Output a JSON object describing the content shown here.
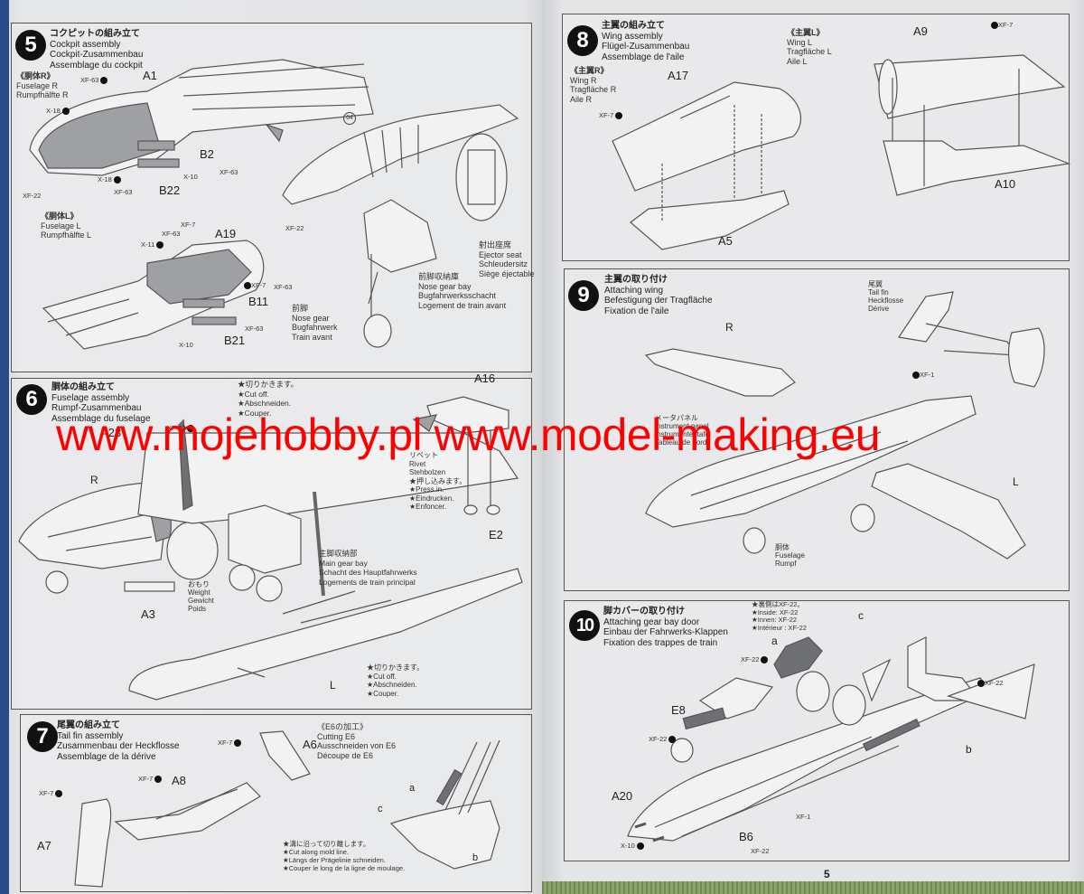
{
  "watermark": "www.mojehobby.pl www.model-making.eu",
  "page_number": "5",
  "steps": [
    {
      "number": "5",
      "title_jp": "コクピットの組み立て",
      "title_en": "Cockpit assembly",
      "title_de": "Cockpit-Zusammenbau",
      "title_fr": "Assemblage du cockpit",
      "sub_r": {
        "jp": "《胴体R》",
        "en": "Fuselage R",
        "de": "Rumpfhälfte R"
      },
      "sub_l": {
        "jp": "《胴体L》",
        "en": "Fuselage L",
        "de": "Rumpfhälfte L"
      },
      "parts": [
        "A1",
        "B2",
        "B22",
        "A19",
        "B11",
        "B21"
      ],
      "paints": [
        "XF-63",
        "X-18",
        "XF-22",
        "X-18",
        "XF-63",
        "X-10",
        "XF-63",
        "XF-7",
        "XF-63",
        "X-11",
        "XF-22",
        "XF-7",
        "XF-63",
        "X-10",
        "XF-63",
        "XF-22",
        "XF-63"
      ],
      "callout_ref": "64",
      "labels": {
        "ejector_seat": [
          "射出座席",
          "Ejector seat",
          "Schleudersitz",
          "Siège éjectable"
        ],
        "nose_gear_bay": [
          "前脚収納庫",
          "Nose gear bay",
          "Bugfahrwerksschacht",
          "Logement de train avant"
        ],
        "nose_gear": [
          "前脚",
          "Nose gear",
          "Bugfahrwerk",
          "Train avant"
        ]
      }
    },
    {
      "number": "6",
      "title_jp": "胴体の組み立て",
      "title_en": "Fuselage assembly",
      "title_de": "Rumpf-Zusammenbau",
      "title_fr": "Assemblage du fuselage",
      "parts": [
        "A23",
        "R",
        "A3",
        "A16",
        "E2",
        "L"
      ],
      "paints": [
        "XF-22"
      ],
      "cut_off_top": [
        "★切りかきます。",
        "★Cut off.",
        "★Abschneiden.",
        "★Couper."
      ],
      "rivet": [
        "リベット",
        "Rivet",
        "Stehbolzen",
        "★押し込みます。",
        "★Press in.",
        "★Eindrucken.",
        "★Enfoncer."
      ],
      "weight": [
        "おもり",
        "Weight",
        "Gewicht",
        "Poids"
      ],
      "main_gear_bay": [
        "主脚収納部",
        "Main gear bay",
        "Schacht des Hauptfahrwerks",
        "Logements de train principal"
      ],
      "cut_off_bottom": [
        "★切りかきます。",
        "★Cut off.",
        "★Abschneiden.",
        "★Couper."
      ]
    },
    {
      "number": "7",
      "title_jp": "尾翼の組み立て",
      "title_en": "Tail fin assembly",
      "title_de": "Zusammenbau der Heckflosse",
      "title_fr": "Assemblage de la dérive",
      "parts": [
        "A6",
        "A8",
        "A7",
        "a",
        "b",
        "c"
      ],
      "paints": [
        "XF-7",
        "XF-7",
        "XF-7"
      ],
      "cutting_e6": [
        "《E6の加工》",
        "Cutting E6",
        "Ausschneiden von E6",
        "Découpe de E6"
      ],
      "mold_line": [
        "★溝に沿って切り離します。",
        "★Cut along mold line.",
        "★Längs der Prägelinie schneiden.",
        "★Couper le long de la ligne de moulage."
      ]
    },
    {
      "number": "8",
      "title_jp": "主翼の組み立て",
      "title_en": "Wing assembly",
      "title_de": "Flügel-Zusammenbau",
      "title_fr": "Assemblage de l'aile",
      "sub_r": {
        "jp": "《主翼R》",
        "en": "Wing R",
        "de": "Tragfläche R",
        "fr": "Aile R"
      },
      "sub_l": {
        "jp": "《主翼L》",
        "en": "Wing L",
        "de": "Tragfläche L",
        "fr": "Aile L"
      },
      "parts": [
        "A17",
        "A5",
        "A9",
        "A10"
      ],
      "paints": [
        "XF-7",
        "XF-7"
      ]
    },
    {
      "number": "9",
      "title_jp": "主翼の取り付け",
      "title_en": "Attaching wing",
      "title_de": "Befestigung der Tragfläche",
      "title_fr": "Fixation de l'aile",
      "parts": [
        "R",
        "L"
      ],
      "paints": [
        "XF-1"
      ],
      "tail_fin": [
        "尾翼",
        "Tail fin",
        "Heckflosse",
        "Dérive"
      ],
      "instrument_panel": [
        "メータパネル",
        "Instrument panel",
        "Instrumententafel",
        "Tableau de bord"
      ],
      "fuselage": [
        "胴体",
        "Fuselage",
        "Rumpf"
      ]
    },
    {
      "number": "10",
      "title_jp": "脚カバーの取り付け",
      "title_en": "Attaching gear bay door",
      "title_de": "Einbau der Fahrwerks-Klappen",
      "title_fr": "Fixation des trappes de train",
      "inside_note": [
        "★裏側はXF-22。",
        "★Inside: XF-22",
        "★Innen: XF-22",
        "★Intérieur : XF-22"
      ],
      "parts": [
        "a",
        "c",
        "E8",
        "A20",
        "B6",
        "b"
      ],
      "paints": [
        "XF-22",
        "XF-22",
        "XF-22",
        "X-10",
        "XF-1",
        "XF-22"
      ]
    }
  ]
}
